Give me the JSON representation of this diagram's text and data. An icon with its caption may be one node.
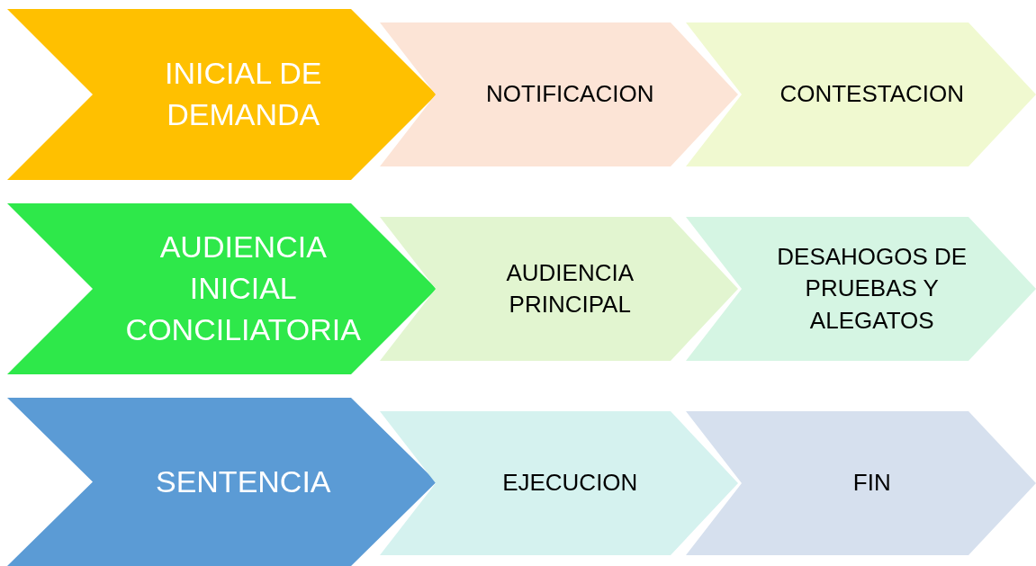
{
  "diagram": {
    "nodes": [
      {
        "text": [
          "INICIAL DE DEMANDA"
        ]
      },
      {
        "text": [
          "NOTIFICACION"
        ]
      },
      {
        "text": [
          "CONTESTACION"
        ]
      },
      {
        "text": [
          "AUDIENCIA INICIAL CONCILIATORIA"
        ]
      },
      {
        "text": [
          "AUDIENCIA PRINCIPAL"
        ]
      },
      {
        "text": [
          "DESAHOGOS DE PRUEBAS Y ALEGATOS"
        ]
      },
      {
        "text": [
          "SENTENCIA"
        ]
      },
      {
        "text": [
          "EJECUCION"
        ]
      },
      {
        "text": [
          "FIN"
        ]
      }
    ]
  }
}
